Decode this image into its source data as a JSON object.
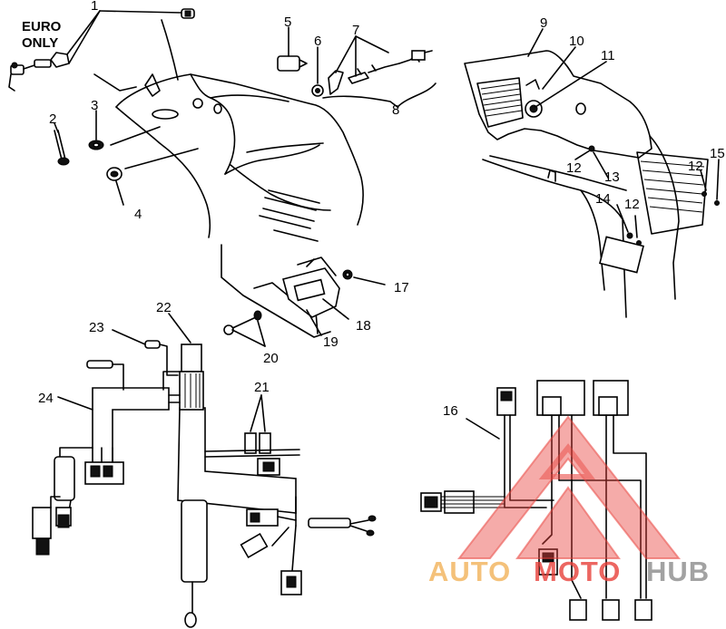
{
  "note": {
    "line1": "EURO",
    "line2": "ONLY"
  },
  "callouts": {
    "c1": "1",
    "c2": "2",
    "c3": "3",
    "c4": "4",
    "c5": "5",
    "c6": "6",
    "c7": "7",
    "c8": "8",
    "c9": "9",
    "c10": "10",
    "c11": "11",
    "c12a": "12",
    "c12b": "12",
    "c12c": "12",
    "c13": "13",
    "c14": "14",
    "c15": "15",
    "c16": "16",
    "c17": "17",
    "c18": "18",
    "c19": "19",
    "c20": "20",
    "c21": "21",
    "c22": "22",
    "c23": "23",
    "c24": "24"
  },
  "watermark": {
    "word_a": "AUTO",
    "word_b": "MOTO",
    "word_c": "HUB",
    "color_orange": "#f2b25a",
    "color_red": "#e8403a",
    "color_gray": "#8c8c8c"
  }
}
